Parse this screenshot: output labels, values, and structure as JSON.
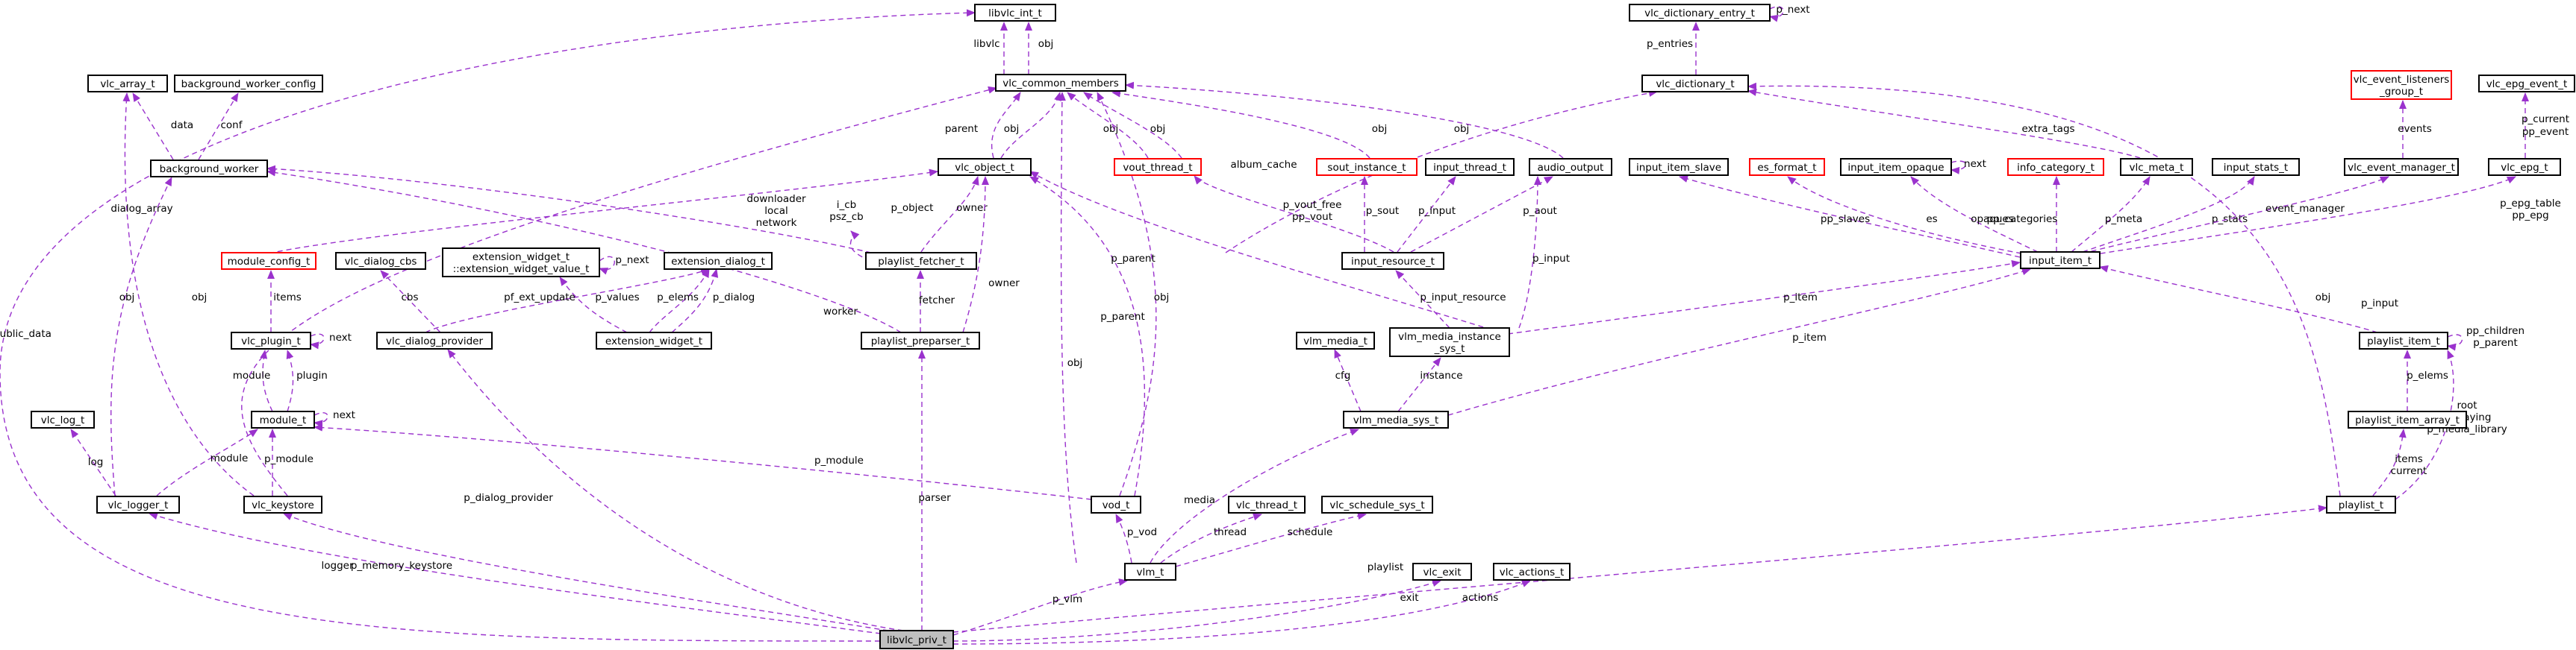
{
  "diagram": {
    "nodes": [
      {
        "id": "libvlc_int_t",
        "label": [
          "libvlc_int_t"
        ]
      },
      {
        "id": "vlc_common_members",
        "label": [
          "vlc_common_members"
        ]
      },
      {
        "id": "vlc_array_t",
        "label": [
          "vlc_array_t"
        ]
      },
      {
        "id": "background_worker_config",
        "label": [
          "background_worker_config"
        ]
      },
      {
        "id": "background_worker",
        "label": [
          "background_worker"
        ]
      },
      {
        "id": "vlc_object_t",
        "label": [
          "vlc_object_t"
        ]
      },
      {
        "id": "vout_thread_t",
        "label": [
          "vout_thread_t"
        ]
      },
      {
        "id": "sout_instance_t",
        "label": [
          "sout_instance_t"
        ]
      },
      {
        "id": "input_thread_t",
        "label": [
          "input_thread_t"
        ]
      },
      {
        "id": "audio_output",
        "label": [
          "audio_output"
        ]
      },
      {
        "id": "vlc_dictionary_entry_t",
        "label": [
          "vlc_dictionary_entry_t"
        ]
      },
      {
        "id": "vlc_dictionary_t",
        "label": [
          "vlc_dictionary_t"
        ]
      },
      {
        "id": "vlc_event_listeners_group_t",
        "label": [
          "vlc_event_listeners",
          "_group_t"
        ]
      },
      {
        "id": "vlc_epg_event_t",
        "label": [
          "vlc_epg_event_t"
        ]
      },
      {
        "id": "module_config_t",
        "label": [
          "module_config_t"
        ]
      },
      {
        "id": "vlc_dialog_cbs",
        "label": [
          "vlc_dialog_cbs"
        ]
      },
      {
        "id": "extension_widget_value_t",
        "label": [
          "extension_widget_t",
          "::extension_widget_value_t"
        ]
      },
      {
        "id": "extension_dialog_t",
        "label": [
          "extension_dialog_t"
        ]
      },
      {
        "id": "playlist_fetcher_t",
        "label": [
          "playlist_fetcher_t"
        ]
      },
      {
        "id": "input_resource_t",
        "label": [
          "input_resource_t"
        ]
      },
      {
        "id": "input_item_slave",
        "label": [
          "input_item_slave"
        ]
      },
      {
        "id": "es_format_t",
        "label": [
          "es_format_t"
        ]
      },
      {
        "id": "input_item_opaque",
        "label": [
          "input_item_opaque"
        ]
      },
      {
        "id": "info_category_t",
        "label": [
          "info_category_t"
        ]
      },
      {
        "id": "vlc_meta_t",
        "label": [
          "vlc_meta_t"
        ]
      },
      {
        "id": "input_stats_t",
        "label": [
          "input_stats_t"
        ]
      },
      {
        "id": "vlc_event_manager_t",
        "label": [
          "vlc_event_manager_t"
        ]
      },
      {
        "id": "vlc_epg_t",
        "label": [
          "vlc_epg_t"
        ]
      },
      {
        "id": "input_item_t",
        "label": [
          "input_item_t"
        ]
      },
      {
        "id": "vlc_plugin_t",
        "label": [
          "vlc_plugin_t"
        ]
      },
      {
        "id": "vlc_dialog_provider",
        "label": [
          "vlc_dialog_provider"
        ]
      },
      {
        "id": "extension_widget_t",
        "label": [
          "extension_widget_t"
        ]
      },
      {
        "id": "playlist_preparser_t",
        "label": [
          "playlist_preparser_t"
        ]
      },
      {
        "id": "vlm_media_t",
        "label": [
          "vlm_media_t"
        ]
      },
      {
        "id": "vlm_media_instance_sys_t",
        "label": [
          "vlm_media_instance",
          "_sys_t"
        ]
      },
      {
        "id": "playlist_item_t",
        "label": [
          "playlist_item_t"
        ]
      },
      {
        "id": "vlc_log_t",
        "label": [
          "vlc_log_t"
        ]
      },
      {
        "id": "module_t",
        "label": [
          "module_t"
        ]
      },
      {
        "id": "vlm_media_sys_t",
        "label": [
          "vlm_media_sys_t"
        ]
      },
      {
        "id": "playlist_item_array_t",
        "label": [
          "playlist_item_array_t"
        ]
      },
      {
        "id": "vlc_logger_t",
        "label": [
          "vlc_logger_t"
        ]
      },
      {
        "id": "vlc_keystore",
        "label": [
          "vlc_keystore"
        ]
      },
      {
        "id": "vod_t",
        "label": [
          "vod_t"
        ]
      },
      {
        "id": "vlc_thread_t",
        "label": [
          "vlc_thread_t"
        ]
      },
      {
        "id": "vlc_schedule_sys_t",
        "label": [
          "vlc_schedule_sys_t"
        ]
      },
      {
        "id": "playlist_t",
        "label": [
          "playlist_t"
        ]
      },
      {
        "id": "vlm_t",
        "label": [
          "vlm_t"
        ]
      },
      {
        "id": "vlc_exit",
        "label": [
          "vlc_exit"
        ]
      },
      {
        "id": "vlc_actions_t",
        "label": [
          "vlc_actions_t"
        ]
      },
      {
        "id": "libvlc_priv_t",
        "label": [
          "libvlc_priv_t"
        ]
      }
    ],
    "edges": [
      {
        "id": "e1",
        "label": [
          "obj"
        ]
      },
      {
        "id": "e2",
        "label": [
          "libvlc"
        ]
      },
      {
        "id": "e3",
        "label": [
          "p_next"
        ]
      },
      {
        "id": "e4",
        "label": [
          "p_entries"
        ]
      },
      {
        "id": "e5",
        "label": [
          "data"
        ]
      },
      {
        "id": "e6",
        "label": [
          "conf"
        ]
      },
      {
        "id": "e7",
        "label": [
          "parent"
        ]
      },
      {
        "id": "e8",
        "label": [
          "obj"
        ]
      },
      {
        "id": "e9",
        "label": [
          "obj"
        ]
      },
      {
        "id": "e10",
        "label": [
          "obj"
        ]
      },
      {
        "id": "e11",
        "label": [
          "obj"
        ]
      },
      {
        "id": "e12",
        "label": [
          "obj"
        ]
      },
      {
        "id": "e13",
        "label": [
          "extra_tags"
        ]
      },
      {
        "id": "e14",
        "label": [
          "events"
        ]
      },
      {
        "id": "e15",
        "label": [
          "p_current",
          "pp_event"
        ]
      },
      {
        "id": "e16",
        "label": [
          "album_cache"
        ]
      },
      {
        "id": "e17",
        "label": [
          "p_vout_free",
          "pp_vout"
        ]
      },
      {
        "id": "e18",
        "label": [
          "p_sout"
        ]
      },
      {
        "id": "e19",
        "label": [
          "p_input"
        ]
      },
      {
        "id": "e20",
        "label": [
          "p_aout"
        ]
      },
      {
        "id": "e21",
        "label": [
          "downloader",
          "local",
          "network"
        ]
      },
      {
        "id": "e22",
        "label": [
          "i_cb",
          "psz_cb"
        ]
      },
      {
        "id": "e23",
        "label": [
          "p_object"
        ]
      },
      {
        "id": "e24",
        "label": [
          "owner"
        ]
      },
      {
        "id": "e25",
        "label": [
          "owner"
        ]
      },
      {
        "id": "e26",
        "label": [
          "p_parent"
        ]
      },
      {
        "id": "e27",
        "label": [
          "p_parent"
        ]
      },
      {
        "id": "e28",
        "label": [
          "p_next"
        ]
      },
      {
        "id": "e29",
        "label": [
          "worker"
        ]
      },
      {
        "id": "e30",
        "label": [
          "pp_slaves"
        ]
      },
      {
        "id": "e31",
        "label": [
          "es"
        ]
      },
      {
        "id": "e32",
        "label": [
          "next"
        ]
      },
      {
        "id": "e33",
        "label": [
          "opaques"
        ]
      },
      {
        "id": "e34",
        "label": [
          "pp_categories"
        ]
      },
      {
        "id": "e35",
        "label": [
          "p_meta"
        ]
      },
      {
        "id": "e36",
        "label": [
          "p_stats"
        ]
      },
      {
        "id": "e37",
        "label": [
          "event_manager"
        ]
      },
      {
        "id": "e38",
        "label": [
          "p_epg_table",
          "pp_epg"
        ]
      },
      {
        "id": "e39",
        "label": [
          "dialog_array"
        ]
      },
      {
        "id": "e40",
        "label": [
          "items"
        ]
      },
      {
        "id": "e41",
        "label": [
          "cbs"
        ]
      },
      {
        "id": "e42",
        "label": [
          "pf_ext_update"
        ]
      },
      {
        "id": "e43",
        "label": [
          "p_values"
        ]
      },
      {
        "id": "e44",
        "label": [
          "p_elems"
        ]
      },
      {
        "id": "e45",
        "label": [
          "p_dialog"
        ]
      },
      {
        "id": "e46",
        "label": [
          "fetcher"
        ]
      },
      {
        "id": "e47",
        "label": [
          "p_input_resource"
        ]
      },
      {
        "id": "e48",
        "label": [
          "p_input"
        ]
      },
      {
        "id": "e49",
        "label": [
          "p_item"
        ]
      },
      {
        "id": "e50",
        "label": [
          "p_item"
        ]
      },
      {
        "id": "e51",
        "label": [
          "p_input"
        ]
      },
      {
        "id": "e52",
        "label": [
          "next"
        ]
      },
      {
        "id": "e53",
        "label": [
          "pp_children",
          "p_parent"
        ]
      },
      {
        "id": "e54",
        "label": [
          "cfg"
        ]
      },
      {
        "id": "e55",
        "label": [
          "instance"
        ]
      },
      {
        "id": "e56",
        "label": [
          "module"
        ]
      },
      {
        "id": "e57",
        "label": [
          "plugin"
        ]
      },
      {
        "id": "e58",
        "label": [
          "next"
        ]
      },
      {
        "id": "e59",
        "label": [
          "p_elems"
        ]
      },
      {
        "id": "e60",
        "label": [
          "log"
        ]
      },
      {
        "id": "e61",
        "label": [
          "module"
        ]
      },
      {
        "id": "e62",
        "label": [
          "p_module"
        ]
      },
      {
        "id": "e63",
        "label": [
          "p_module"
        ]
      },
      {
        "id": "e64",
        "label": [
          "obj"
        ]
      },
      {
        "id": "e65",
        "label": [
          "obj"
        ]
      },
      {
        "id": "e66",
        "label": [
          "obj"
        ]
      },
      {
        "id": "e67",
        "label": [
          "obj"
        ]
      },
      {
        "id": "e68",
        "label": [
          "media"
        ]
      },
      {
        "id": "e69",
        "label": [
          "p_vod"
        ]
      },
      {
        "id": "e70",
        "label": [
          "thread"
        ]
      },
      {
        "id": "e71",
        "label": [
          "schedule"
        ]
      },
      {
        "id": "e72",
        "label": [
          "items",
          "current"
        ]
      },
      {
        "id": "e73",
        "label": [
          "root",
          "p_playing",
          "p_media_library"
        ]
      },
      {
        "id": "e74",
        "label": [
          "obj"
        ]
      },
      {
        "id": "e75",
        "label": [
          "public_data"
        ]
      },
      {
        "id": "e76",
        "label": [
          "logger"
        ]
      },
      {
        "id": "e77",
        "label": [
          "p_memory_keystore"
        ]
      },
      {
        "id": "e78",
        "label": [
          "p_dialog_provider"
        ]
      },
      {
        "id": "e79",
        "label": [
          "parser"
        ]
      },
      {
        "id": "e80",
        "label": [
          "p_vlm"
        ]
      },
      {
        "id": "e81",
        "label": [
          "playlist"
        ]
      },
      {
        "id": "e82",
        "label": [
          "exit"
        ]
      },
      {
        "id": "e83",
        "label": [
          "actions"
        ]
      }
    ]
  }
}
